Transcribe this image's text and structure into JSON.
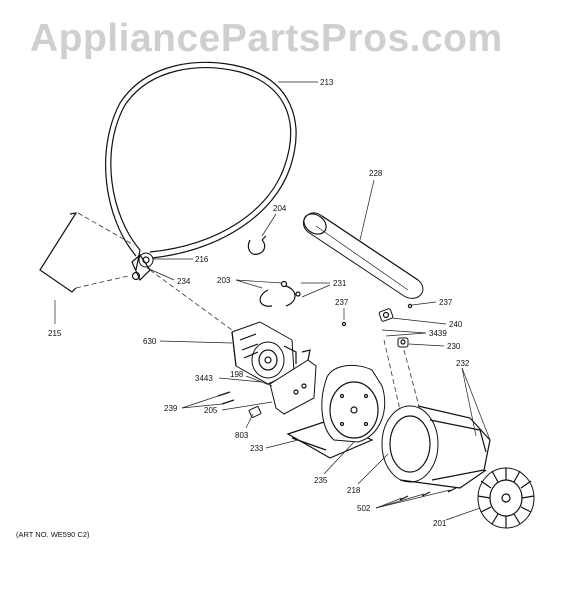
{
  "watermark": "AppliancePartsPros.com",
  "art_number": "(ART NO. WE590 C2)",
  "callouts": {
    "c213": "213",
    "c228": "228",
    "c204": "204",
    "c216": "216",
    "c234": "234",
    "c215": "215",
    "c203": "203",
    "c231": "231",
    "c237a": "237",
    "c237b": "237",
    "c240": "240",
    "c3439": "3439",
    "c230": "230",
    "c630": "630",
    "c3443": "3443",
    "c198": "198",
    "c239": "239",
    "c205": "205",
    "c232": "232",
    "c803": "803",
    "c233": "233",
    "c235": "235",
    "c218": "218",
    "c502": "502",
    "c201": "201"
  }
}
